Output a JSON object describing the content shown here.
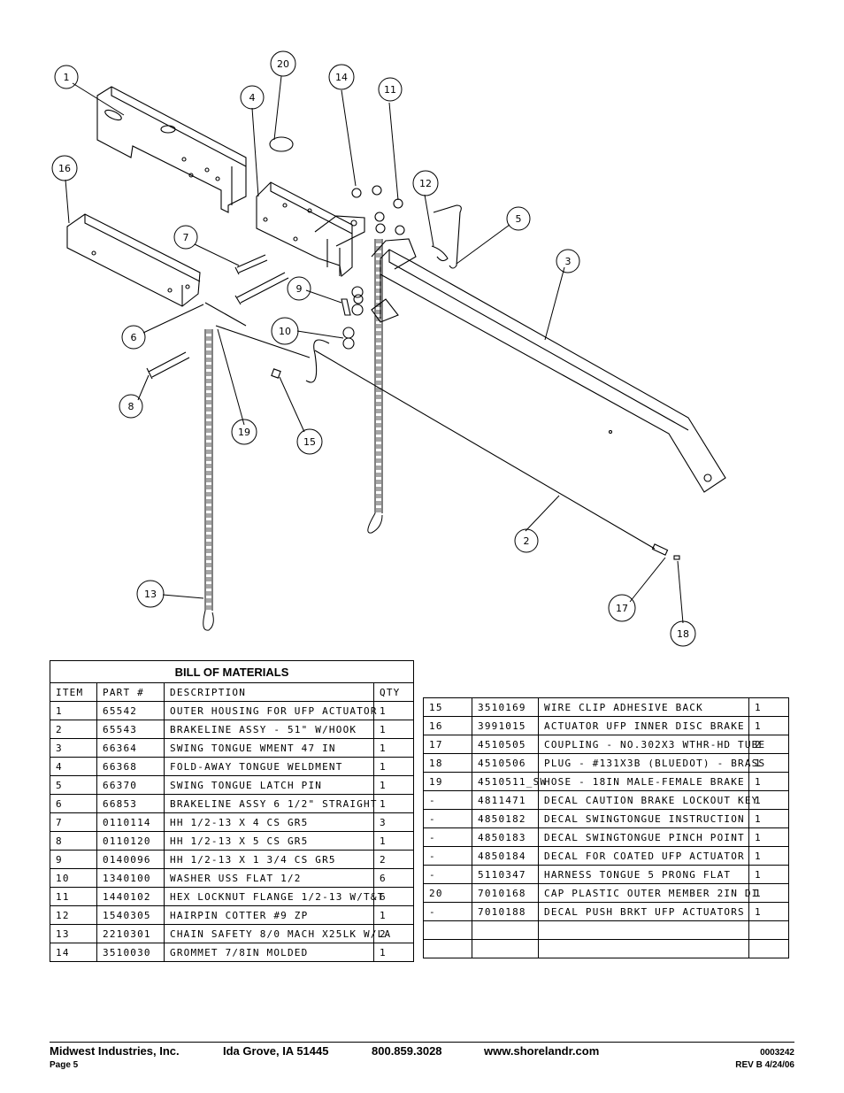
{
  "bom_title": "BILL OF MATERIALS",
  "bom_headers": {
    "item": "ITEM",
    "part": "PART #",
    "description": "DESCRIPTION",
    "qty": "QTY"
  },
  "bom_left": [
    {
      "item": "1",
      "part": "65542",
      "description": "OUTER HOUSING FOR UFP ACTUATOR",
      "qty": "1"
    },
    {
      "item": "2",
      "part": "65543",
      "description": "BRAKELINE ASSY - 51\" W/HOOK",
      "qty": "1"
    },
    {
      "item": "3",
      "part": "66364",
      "description": "SWING TONGUE WMENT 47 IN",
      "qty": "1"
    },
    {
      "item": "4",
      "part": "66368",
      "description": "FOLD-AWAY TONGUE WELDMENT",
      "qty": "1"
    },
    {
      "item": "5",
      "part": "66370",
      "description": "SWING TONGUE LATCH PIN",
      "qty": "1"
    },
    {
      "item": "6",
      "part": "66853",
      "description": "BRAKELINE ASSY 6 1/2\" STRAIGHT",
      "qty": "1"
    },
    {
      "item": "7",
      "part": "0110114",
      "description": "HH 1/2-13 X 4 CS GR5",
      "qty": "3"
    },
    {
      "item": "8",
      "part": "0110120",
      "description": "HH 1/2-13 X 5 CS GR5",
      "qty": "1"
    },
    {
      "item": "9",
      "part": "0140096",
      "description": "HH 1/2-13 X 1 3/4 CS GR5",
      "qty": "2"
    },
    {
      "item": "10",
      "part": "1340100",
      "description": "WASHER USS FLAT 1/2",
      "qty": "6"
    },
    {
      "item": "11",
      "part": "1440102",
      "description": "HEX LOCKNUT FLANGE 1/2-13 W/T&T",
      "qty": "6"
    },
    {
      "item": "12",
      "part": "1540305",
      "description": "HAIRPIN COTTER #9 ZP",
      "qty": "1"
    },
    {
      "item": "13",
      "part": "2210301",
      "description": "CHAIN SAFETY 8/0 MACH X25LK W/LA",
      "qty": "2"
    },
    {
      "item": "14",
      "part": "3510030",
      "description": "GROMMET  7/8IN MOLDED",
      "qty": "1"
    }
  ],
  "bom_right": [
    {
      "item": "15",
      "part": "3510169",
      "description": "WIRE CLIP  ADHESIVE BACK",
      "qty": "1"
    },
    {
      "item": "16",
      "part": "3991015",
      "description": "ACTUATOR UFP INNER  DISC BRAKE",
      "qty": "1"
    },
    {
      "item": "17",
      "part": "4510505",
      "description": "COUPLING - NO.302X3 WTHR-HD TUBE",
      "qty": "2"
    },
    {
      "item": "18",
      "part": "4510506",
      "description": "PLUG - #131X3B (BLUEDOT) - BRASS",
      "qty": "1"
    },
    {
      "item": "19",
      "part": "4510511_SW",
      "description": "HOSE - 18IN MALE-FEMALE BRAKE",
      "qty": "1"
    },
    {
      "item": "-",
      "part": "4811471",
      "description": "DECAL CAUTION BRAKE LOCKOUT KEY",
      "qty": "1"
    },
    {
      "item": "-",
      "part": "4850182",
      "description": "DECAL SWINGTONGUE INSTRUCTION",
      "qty": "1"
    },
    {
      "item": "-",
      "part": "4850183",
      "description": "DECAL SWINGTONGUE PINCH POINT",
      "qty": "1"
    },
    {
      "item": "-",
      "part": "4850184",
      "description": "DECAL FOR COATED UFP ACTUATOR",
      "qty": "1"
    },
    {
      "item": "-",
      "part": "5110347",
      "description": "HARNESS  TONGUE 5 PRONG FLAT",
      "qty": "1"
    },
    {
      "item": "20",
      "part": "7010168",
      "description": "CAP  PLASTIC OUTER MEMBER 2IN DI",
      "qty": "1"
    },
    {
      "item": "-",
      "part": "7010188",
      "description": "DECAL PUSH BRKT UFP ACTUATORS",
      "qty": "1"
    },
    {
      "item": "",
      "part": "",
      "description": "",
      "qty": ""
    },
    {
      "item": "",
      "part": "",
      "description": "",
      "qty": ""
    }
  ],
  "callouts": [
    "1",
    "2",
    "3",
    "4",
    "5",
    "6",
    "7",
    "8",
    "9",
    "10",
    "11",
    "12",
    "13",
    "14",
    "15",
    "16",
    "17",
    "18",
    "19",
    "20"
  ],
  "footer": {
    "company": "Midwest Industries, Inc.",
    "city": "Ida Grove, IA  51445",
    "phone": "800.859.3028",
    "website": "www.shorelandr.com",
    "page": "Page 5",
    "doc_number": "0003242",
    "revision": "REV B  4/24/06"
  }
}
